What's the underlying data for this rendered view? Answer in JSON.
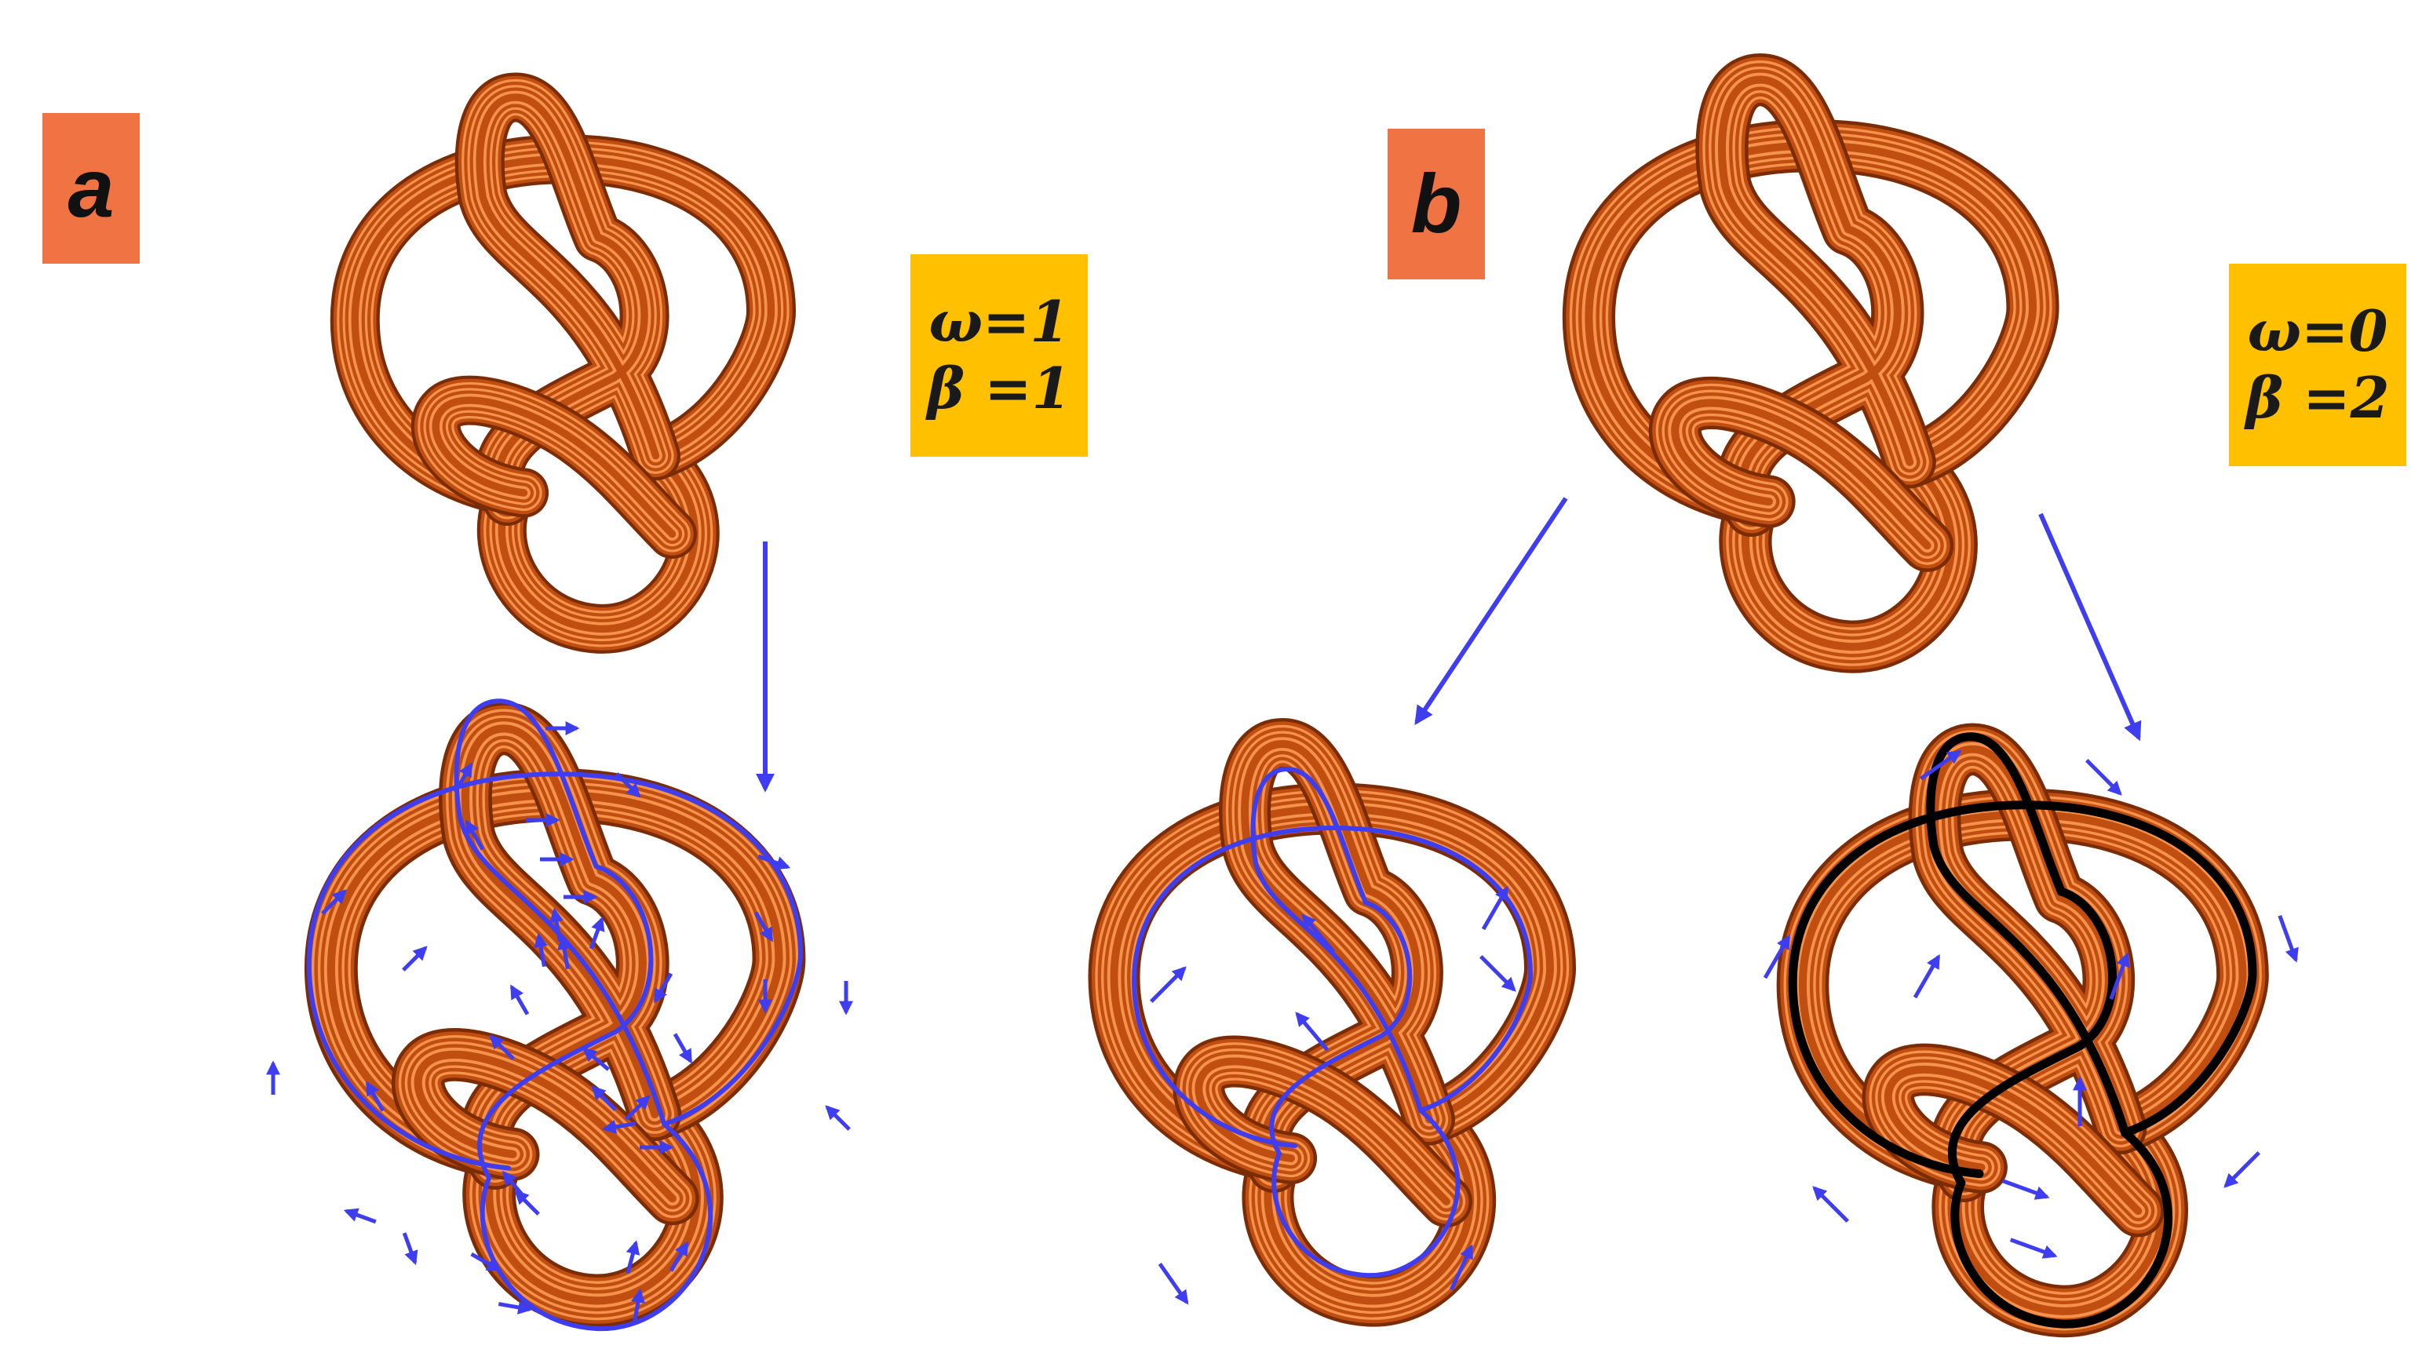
{
  "panels": [
    {
      "label": "a",
      "omega_text": "ω=1",
      "beta_text": "β =1"
    },
    {
      "label": "b",
      "omega_text": "ω=0",
      "beta_text": "β =2"
    }
  ],
  "colors": {
    "label_bg": "#f07343",
    "param_bg": "#ffc000",
    "tube_edge": "#7a2c06",
    "tube_mid": "#c14e11",
    "tube_light": "#f5934d",
    "arrow": "#3f3df0",
    "path_black": "#000000"
  },
  "icons": {
    "knot": "three-crossing-tube-knot",
    "arrow": "straight-arrow"
  }
}
